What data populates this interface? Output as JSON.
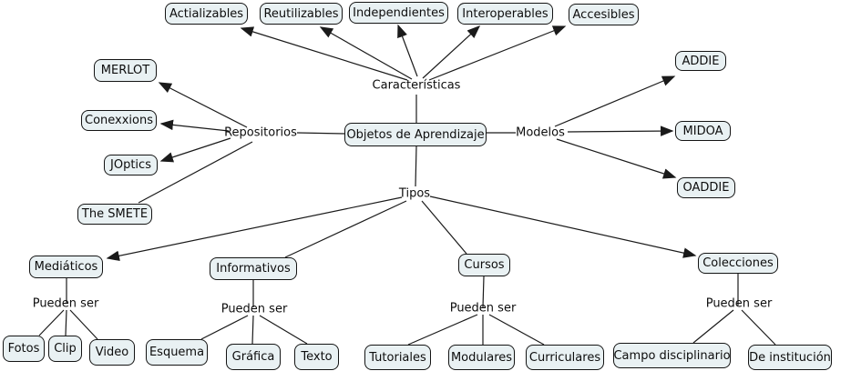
{
  "diagram_type": "concept_map",
  "colors": {
    "background": "#ffffff",
    "node_fill": "#e9f1f3",
    "node_border": "#141414",
    "line": "#1a1a1a",
    "text": "#0d0d0d"
  },
  "map": {
    "center": "Objetos de Aprendizaje",
    "branches": {
      "caracteristicas": {
        "label": "Características",
        "items": [
          "Actializables",
          "Reutilizables",
          "Independientes",
          "Interoperables",
          "Accesibles"
        ]
      },
      "repositorios": {
        "label": "Repositorios",
        "items": [
          "MERLOT",
          "Conexxions",
          "JOptics",
          "The SMETE"
        ]
      },
      "modelos": {
        "label": "Modelos",
        "items": [
          "ADDIE",
          "MIDOA",
          "OADDIE"
        ]
      },
      "tipos": {
        "label": "Tipos",
        "items": [
          {
            "label": "Mediáticos",
            "connector": "Pueden ser",
            "children": [
              "Fotos",
              "Clip",
              "Video"
            ]
          },
          {
            "label": "Informativos",
            "connector": "Pueden ser",
            "children": [
              "Esquema",
              "Gráfica",
              "Texto"
            ]
          },
          {
            "label": "Cursos",
            "connector": "Pueden ser",
            "children": [
              "Tutoriales",
              "Modulares",
              "Curriculares"
            ]
          },
          {
            "label": "Colecciones",
            "connector": "Pueden ser",
            "children": [
              "Campo disciplinario",
              "De institución"
            ]
          }
        ]
      }
    }
  }
}
